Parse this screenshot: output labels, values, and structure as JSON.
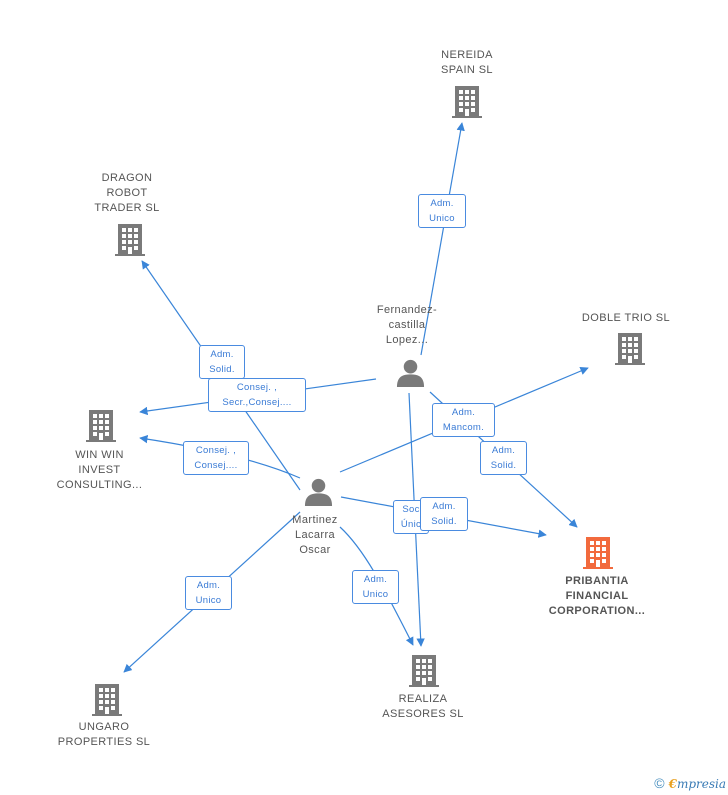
{
  "colors": {
    "company": "#7a7a7a",
    "main_company": "#f26a3d",
    "person": "#7a7a7a",
    "edge": "#3a85d8"
  },
  "nodes": {
    "nereida": {
      "label": "NEREIDA\nSPAIN SL",
      "type": "company"
    },
    "dragon": {
      "label": "DRAGON\nROBOT\nTRADER  SL",
      "type": "company"
    },
    "fernandez": {
      "label": "Fernandez-\ncastilla\nLopez...",
      "type": "person"
    },
    "doble": {
      "label": "DOBLE TRIO SL",
      "type": "company"
    },
    "winwin": {
      "label": "WIN WIN\nINVEST\nCONSULTING...",
      "type": "company"
    },
    "martinez": {
      "label": "Martinez\nLacarra\nOscar",
      "type": "person"
    },
    "pribantia": {
      "label": "PRIBANTIA\nFINANCIAL\nCORPORATION...",
      "type": "main_company"
    },
    "realiza": {
      "label": "REALIZA\nASESORES SL",
      "type": "company"
    },
    "ungaro": {
      "label": "UNGARO\nPROPERTIES SL",
      "type": "company"
    }
  },
  "edge_labels": {
    "fer_nereida": "Adm.\nUnico",
    "mar_dragon": "Adm.\nSolid.",
    "fer_winwin": "Consej. ,\nSecr.,Consej....",
    "fer_doble": "Adm.\nMancom.",
    "fer_pribantia": "Adm.\nSolid.",
    "mar_winwin": "Consej. ,\nConsej....",
    "mar_realiza_soc": "Soc\nÚnic",
    "mar_pribantia": "Adm.\nSolid.",
    "mar_realiza": "Adm.\nUnico",
    "mar_ungaro": "Adm.\nUnico"
  },
  "footer": {
    "copyright": "©",
    "brand_first": "€",
    "brand_rest": "mpresia"
  }
}
